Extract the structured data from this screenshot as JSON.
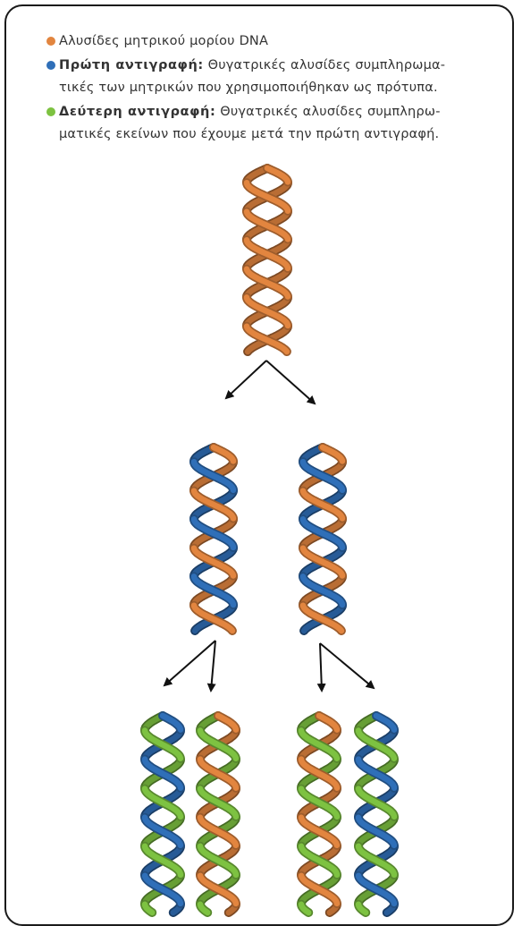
{
  "colors": {
    "parental": "#e2853f",
    "first": "#2f6fb8",
    "second": "#7dc241",
    "frame": "#1a1a1a",
    "text": "#333333",
    "arrow": "#111111"
  },
  "legend": {
    "parental": {
      "text": "Αλυσίδες μητρικού μορίου DNA",
      "color": "parental"
    },
    "first": {
      "bold": "Πρώτη αντιγραφή:",
      "line1": " Θυγατρικές αλυσίδες συμπληρωμα-",
      "line2": "τικές των μητρικών που χρησιμοποιήθηκαν ως πρότυπα.",
      "color": "first"
    },
    "second": {
      "bold": "Δεύτερη αντιγραφή:",
      "line1": " Θυγατρικές αλυσίδες συμπληρω-",
      "line2": "ματικές εκείνων που έχουμε μετά την πρώτη αντιγραφή.",
      "color": "second"
    }
  },
  "diagram": {
    "generation0": [
      {
        "strands": [
          "parental",
          "parental"
        ]
      }
    ],
    "generation1": [
      {
        "strands": [
          "parental",
          "first"
        ]
      },
      {
        "strands": [
          "parental",
          "first"
        ]
      }
    ],
    "generation2": [
      {
        "strands": [
          "first",
          "second"
        ]
      },
      {
        "strands": [
          "parental",
          "second"
        ]
      },
      {
        "strands": [
          "parental",
          "second"
        ]
      },
      {
        "strands": [
          "first",
          "second"
        ]
      }
    ]
  }
}
